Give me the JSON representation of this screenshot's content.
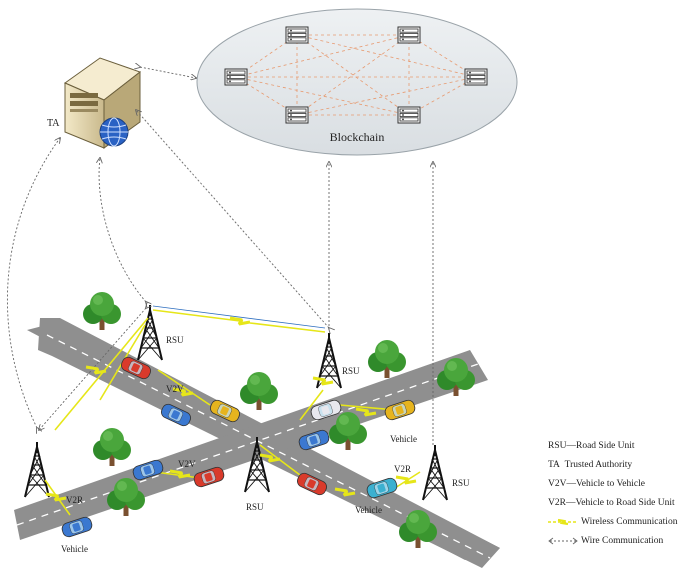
{
  "blockchain_label": "Blockchain",
  "ta_label": "TA",
  "rsu_labels": [
    "RSU",
    "RSU",
    "RSU",
    "RSU"
  ],
  "v2v_labels": [
    "V2V",
    "V2V"
  ],
  "v2r_labels": [
    "V2R",
    "V2R"
  ],
  "vehicle_labels": [
    "Vehicle",
    "Vehicle",
    "Vehicle"
  ],
  "legend": [
    {
      "key": "RSU",
      "sep": "—",
      "text": "Road Side Unit"
    },
    {
      "key": "TA",
      "sep": "  ",
      "text": "Trusted Authority"
    },
    {
      "key": "V2V",
      "sep": "—",
      "text": "Vehicle to Vehicle"
    },
    {
      "key": "V2R",
      "sep": "—",
      "text": "Vehicle to Road Side Unit"
    },
    {
      "key": "",
      "sep": "",
      "text": "Wireless Communication"
    },
    {
      "key": "",
      "sep": "",
      "text": "Wire Communication"
    }
  ],
  "colors": {
    "road": "#8f8f8f",
    "ellipse": "#e3e7ea",
    "wireless": "#e6e619",
    "mesh": "#e8a07a",
    "tree": "#3f9a35"
  }
}
